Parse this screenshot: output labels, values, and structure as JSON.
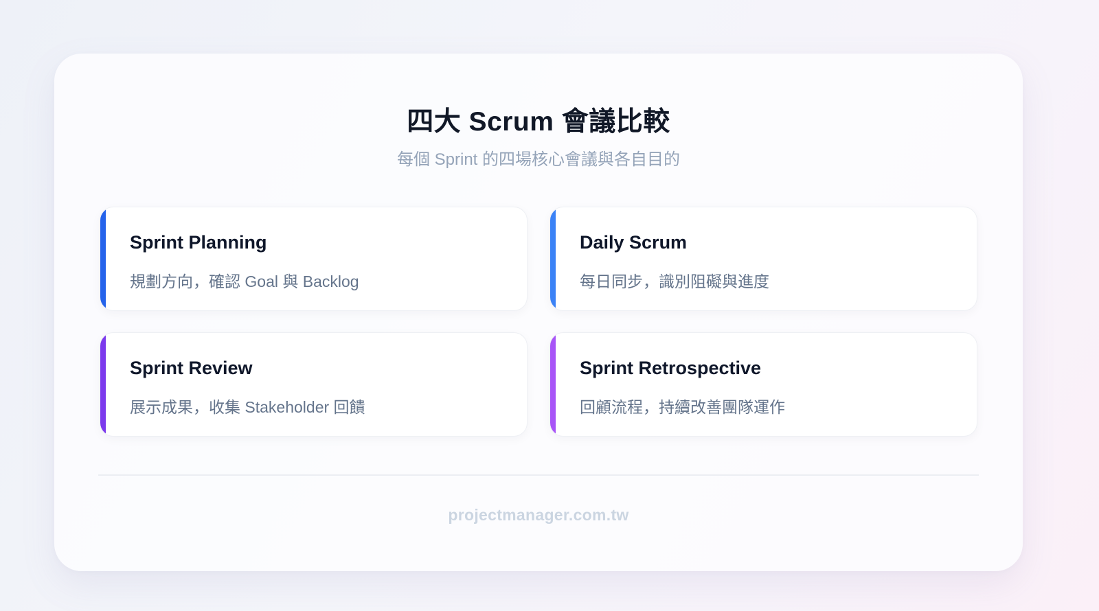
{
  "header": {
    "title": "四大 Scrum 會議比較",
    "subtitle": "每個 Sprint 的四場核心會議與各自目的"
  },
  "cards": [
    {
      "title": "Sprint Planning",
      "description": "規劃方向，確認 Goal 與 Backlog",
      "accent_color": "#2563eb"
    },
    {
      "title": "Daily Scrum",
      "description": "每日同步，識別阻礙與進度",
      "accent_color": "#3b82f6"
    },
    {
      "title": "Sprint Review",
      "description": "展示成果，收集 Stakeholder 回饋",
      "accent_color": "#7c3aed"
    },
    {
      "title": "Sprint Retrospective",
      "description": "回顧流程，持續改善團隊運作",
      "accent_color": "#a855f7"
    }
  ],
  "footer": {
    "text": "projectmanager.com.tw"
  },
  "colors": {
    "title": "#111827",
    "subtitle": "#94a3b8",
    "card_title": "#0f172a",
    "card_desc": "#64748b",
    "footer": "#cbd5e1"
  }
}
